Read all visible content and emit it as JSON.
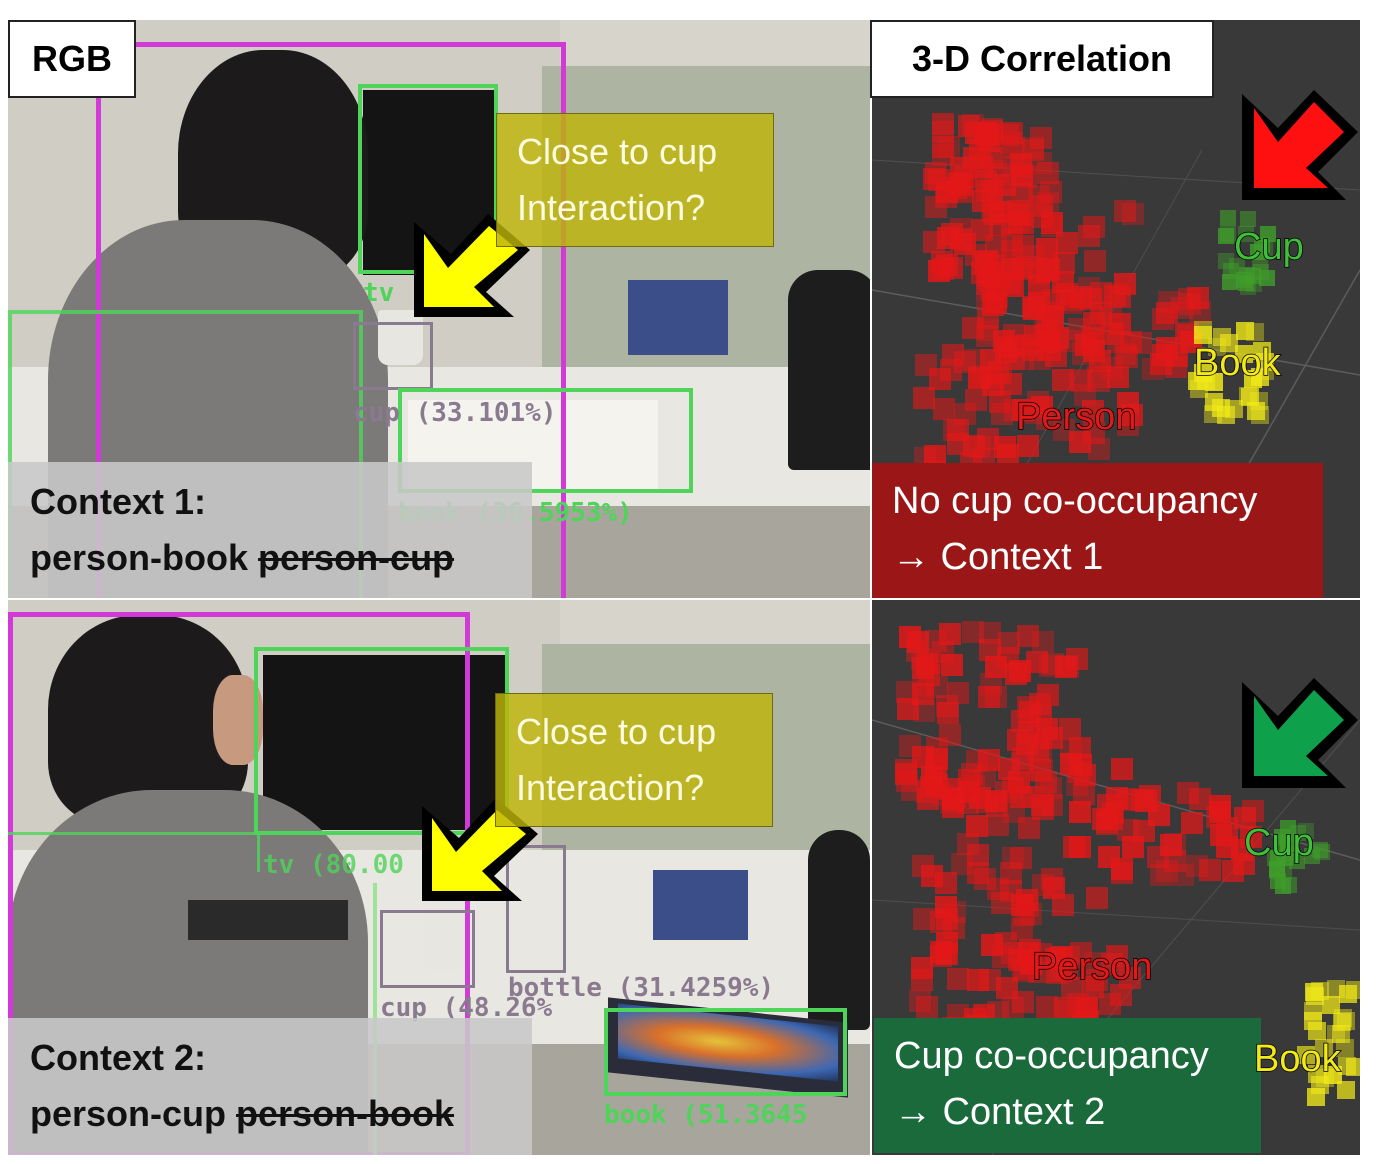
{
  "panel_titles": {
    "rgb": "RGB",
    "correlation": "3-D Correlation"
  },
  "top": {
    "callout": {
      "line1": "Close to cup",
      "line2": "Interaction?"
    },
    "detections": {
      "tv": "tv (",
      "cup": "cup (33.101%)",
      "book": "book (36.5953%)"
    },
    "context": {
      "title": "Context 1:",
      "active": "person-book",
      "struck": "person-cup"
    },
    "labels3d": {
      "cup": "Cup",
      "book": "Book",
      "person": "Person"
    },
    "status": {
      "line1": "No cup co-occupancy",
      "line2": "→ Context 1",
      "color": "#9b1717"
    },
    "arrow_color": "#ff1010"
  },
  "bottom": {
    "callout": {
      "line1": "Close to cup",
      "line2": "Interaction?"
    },
    "detections": {
      "tv": "tv (80.00",
      "cup": "cup (48.26%",
      "bottle": "bottle (31.4259%)",
      "book": "book (51.3645"
    },
    "context": {
      "title": "Context 2:",
      "active": "person-cup",
      "struck": "person-book"
    },
    "labels3d": {
      "cup": "Cup",
      "book": "Book",
      "person": "Person"
    },
    "status": {
      "line1": "Cup co-occupancy",
      "line2": "→ Context 2",
      "color": "#1a6a3c"
    },
    "arrow_color": "#0ea04a"
  },
  "colors": {
    "person_box": "#d23ad8",
    "object_box": "#4fd45a",
    "cup_box": "#8a7a90",
    "arrow_rgb": "#ffff00",
    "voxel_person": "#e31818",
    "voxel_cup": "#3f9e2a",
    "voxel_book": "#f2ea18"
  }
}
